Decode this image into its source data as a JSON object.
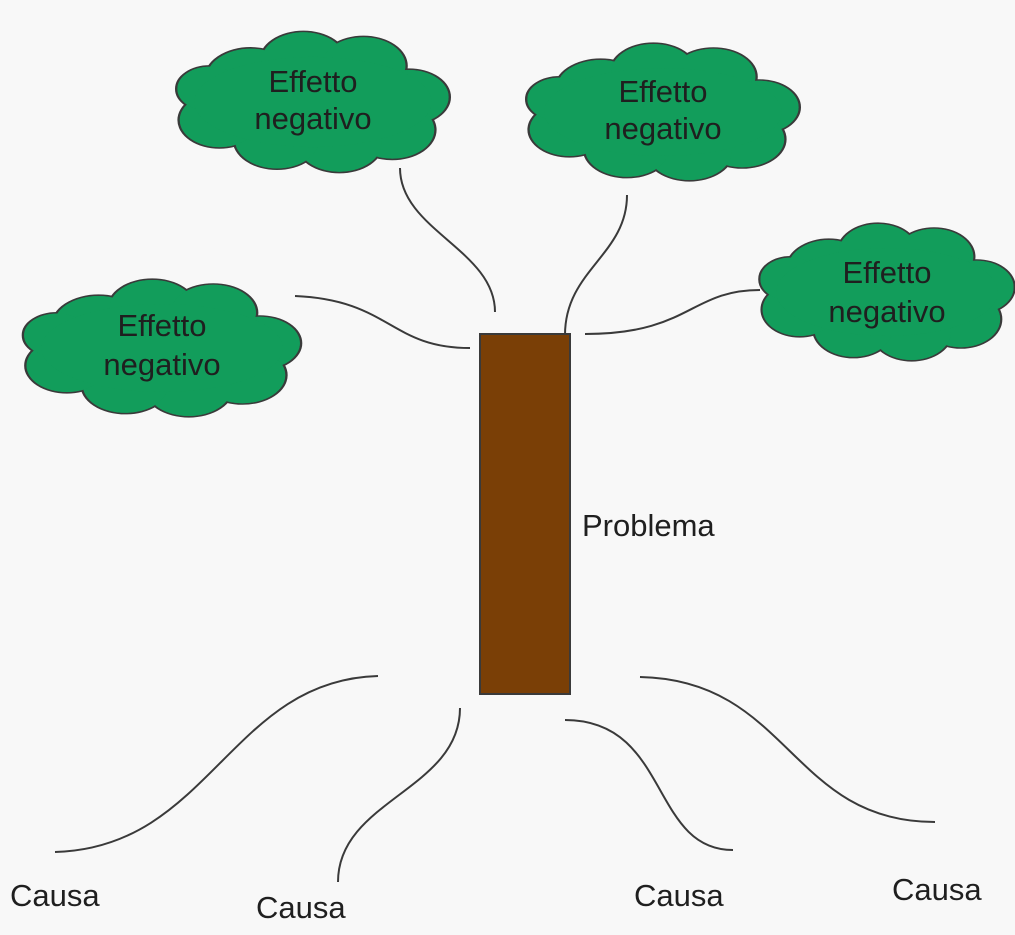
{
  "colors": {
    "canvas_background": "#f8f8f8",
    "cloud_fill": "#129d5b",
    "trunk_fill": "#7a3f06",
    "line": "#3a3a3a"
  },
  "effects": [
    {
      "line1": "Effetto",
      "line2": "negativo"
    },
    {
      "line1": "Effetto",
      "line2": "negativo"
    },
    {
      "line1": "Effetto",
      "line2": "negativo"
    },
    {
      "line1": "Effetto",
      "line2": "negativo"
    }
  ],
  "problem": {
    "label": "Problema"
  },
  "causes": [
    {
      "label": "Causa"
    },
    {
      "label": "Causa"
    },
    {
      "label": "Causa"
    },
    {
      "label": "Causa"
    }
  ]
}
